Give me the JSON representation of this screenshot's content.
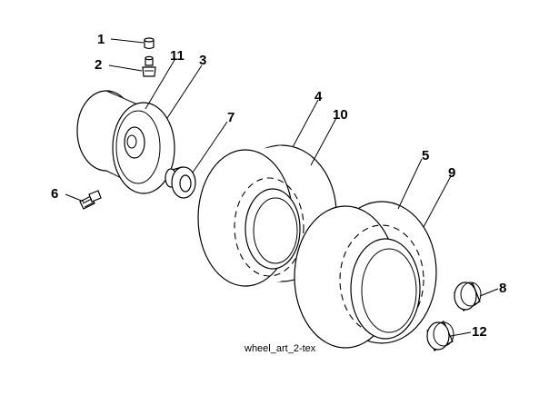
{
  "callouts": {
    "c1": "1",
    "c2": "2",
    "c3": "3",
    "c4": "4",
    "c5": "5",
    "c6": "6",
    "c7": "7",
    "c8": "8",
    "c9": "9",
    "c10": "10",
    "c11": "11",
    "c12": "12"
  },
  "caption": "wheel_art_2-tex"
}
